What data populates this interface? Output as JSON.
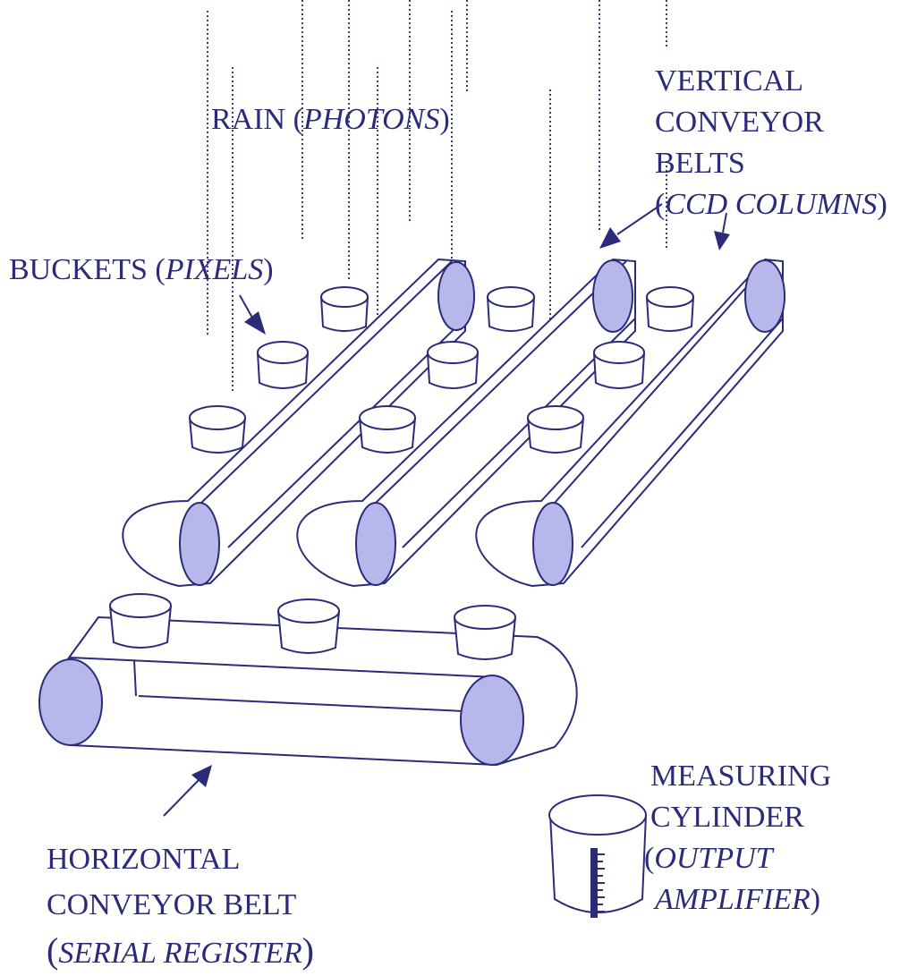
{
  "labels": {
    "rain": {
      "main": "RAIN (",
      "italic": "PHOTONS",
      "close": ")"
    },
    "buckets": {
      "main": "BUCKETS (",
      "italic": "PIXELS",
      "close": ")"
    },
    "vertical": {
      "line1": "VERTICAL",
      "line2": "CONVEYOR",
      "line3": "BELTS",
      "line4_open": "(",
      "line4_italic": "CCD COLUMNS",
      "line4_close": ")"
    },
    "horizontal": {
      "line1": "HORIZONTAL",
      "line2": "CONVEYOR BELT",
      "line3_open": "(",
      "line3_italic": "SERIAL REGISTER",
      "line3_close": ")"
    },
    "measuring": {
      "line1": "MEASURING",
      "line2": "CYLINDER",
      "line3_open": "(",
      "line3_italic": "OUTPUT",
      "line4_italic": "AMPLIFIER",
      "line4_close": ")"
    }
  },
  "colors": {
    "ink": "#2b2b7a",
    "belt_end_fill": "#b6b8ec",
    "background": "#ffffff"
  }
}
